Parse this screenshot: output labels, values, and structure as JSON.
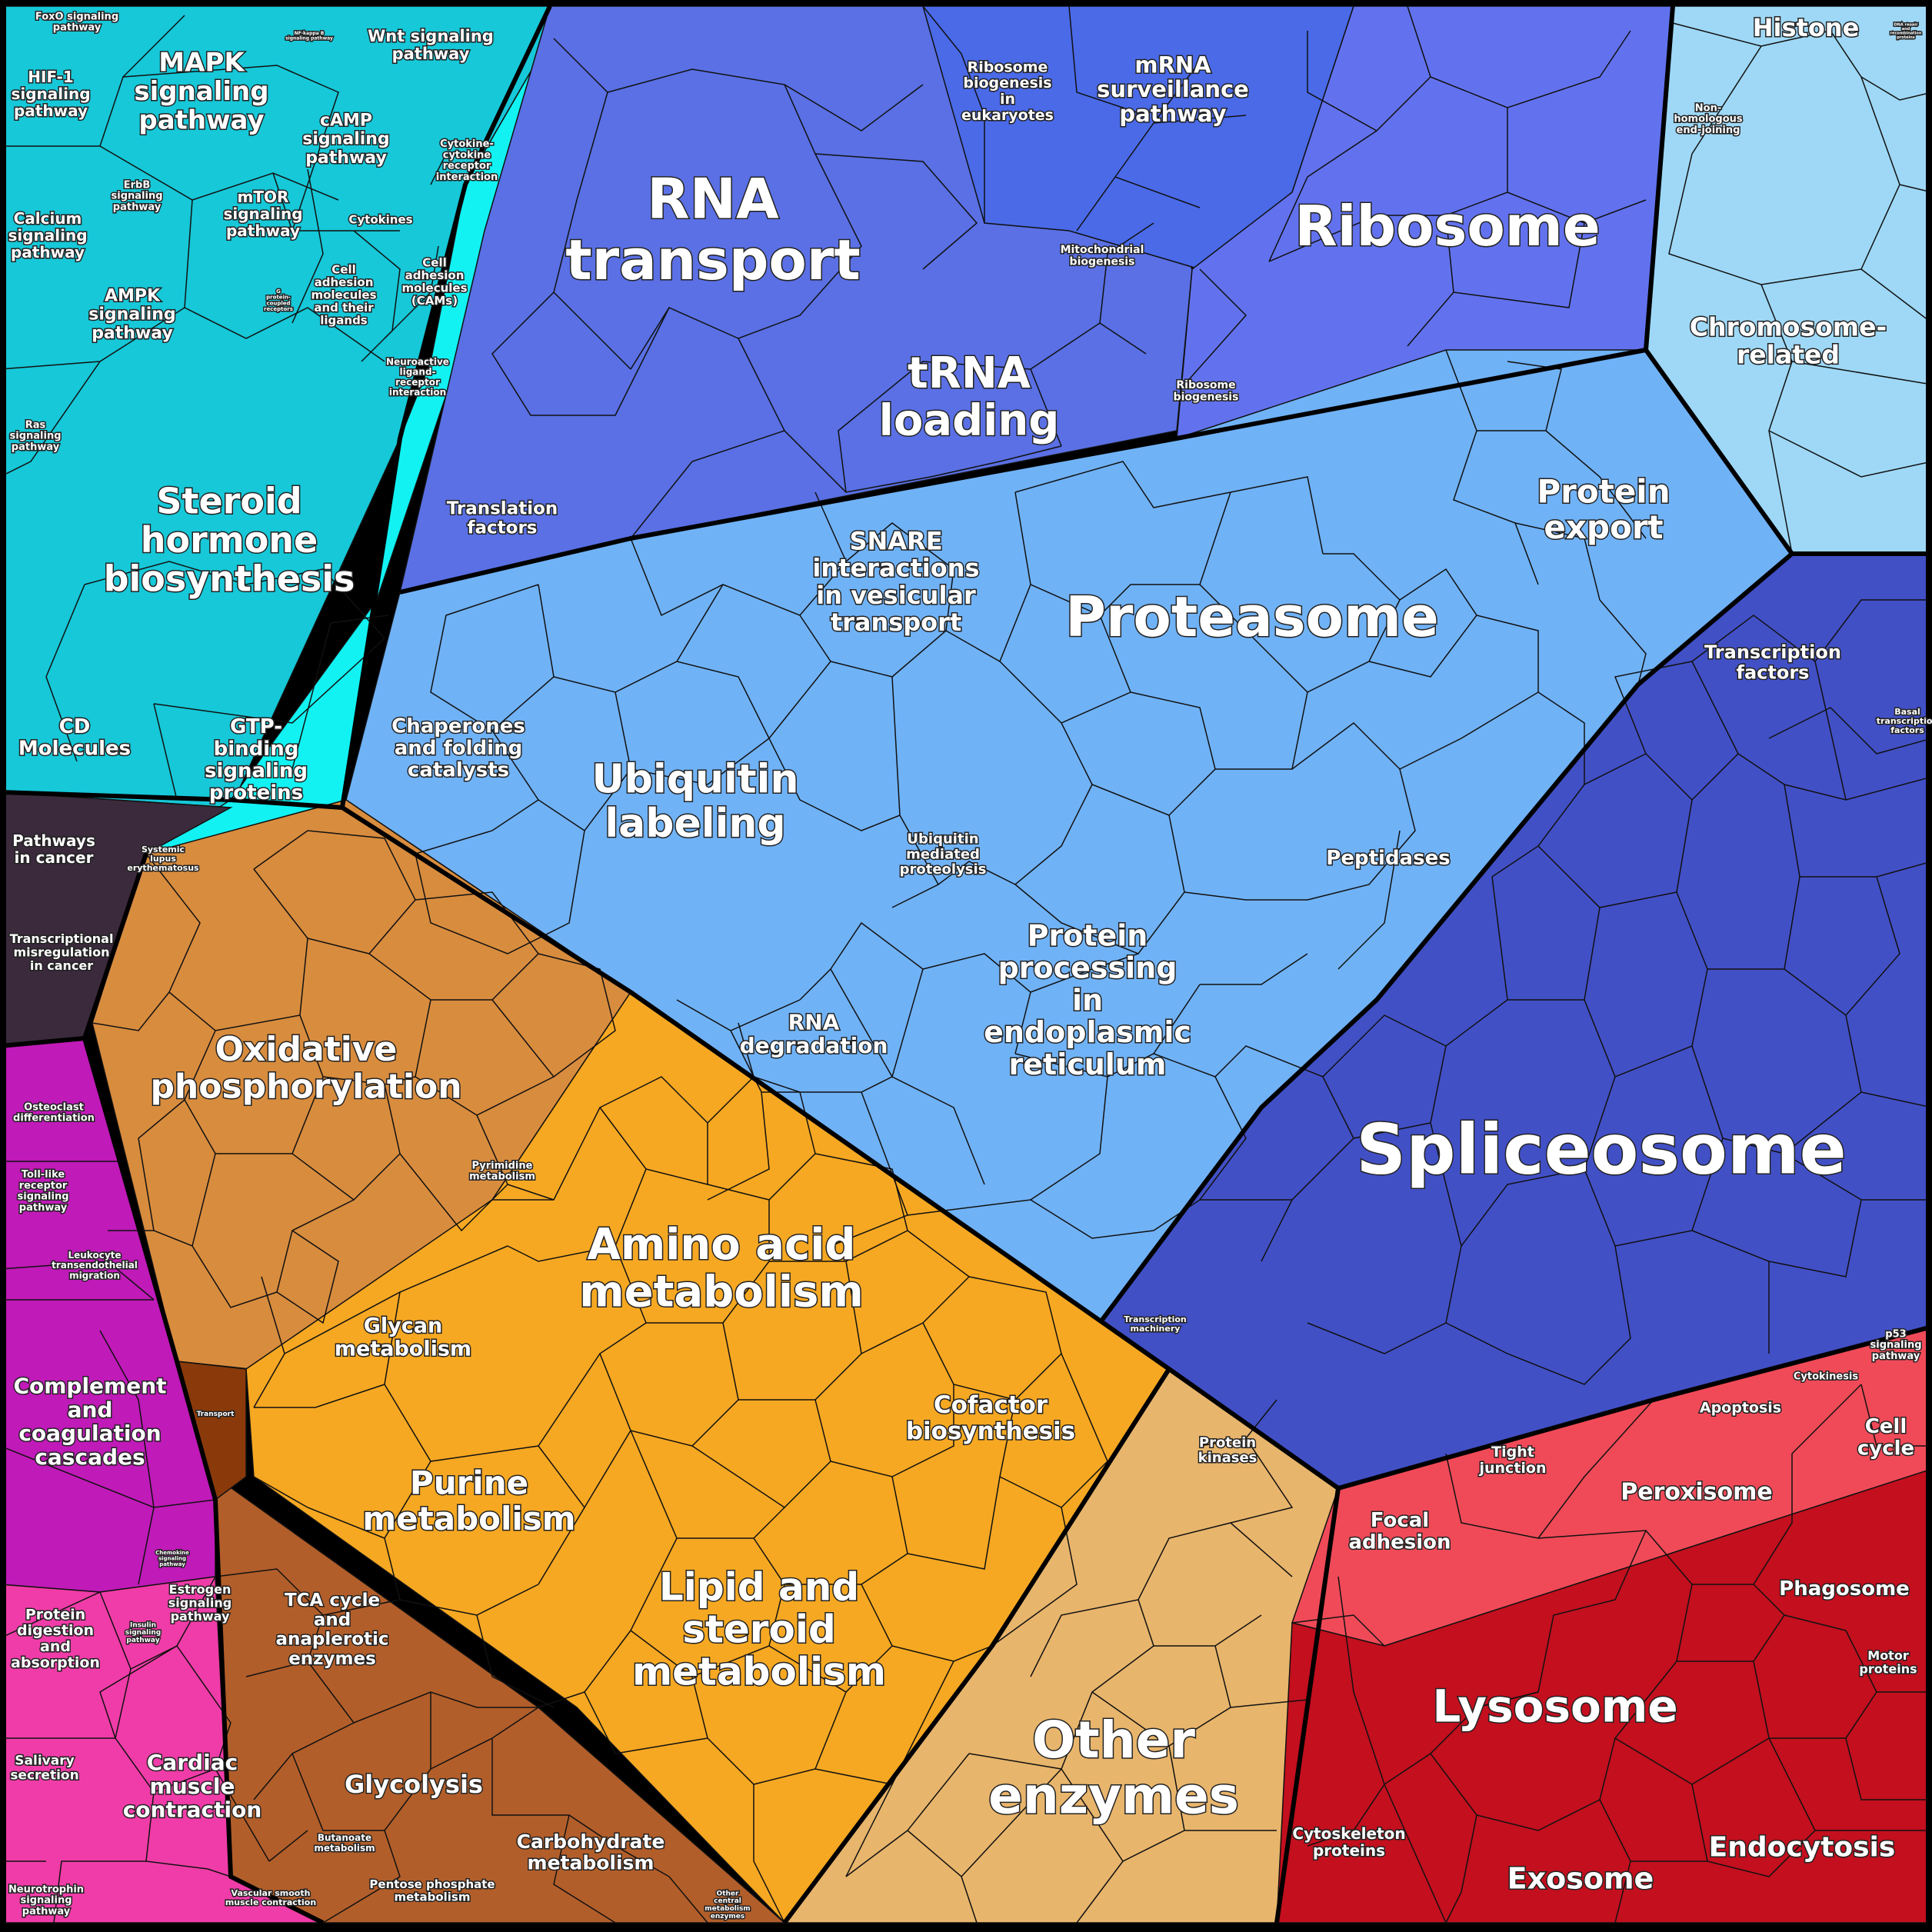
{
  "colors": {
    "signaling": "#17c9d6",
    "signaling_light": "#1fe6e6",
    "rna": "#5a6fe6",
    "ribosome": "#6272f0",
    "chromosome": "#8fd4f5",
    "proteasome": "#6fb0f5",
    "spliceosome": "#4050c4",
    "cancer": "#3a2a3a",
    "oxidative": "#d98d3e",
    "aminoacid": "#f5a823",
    "immune": "#c01ab8",
    "pink": "#f03ca8",
    "brown": "#b8602a",
    "enzymes": "#e8b66c",
    "red": "#c8101e",
    "red_light": "#f04a5a"
  },
  "labels": [
    {
      "id": "foxo",
      "lines": [
        "FoxO signaling",
        "pathway"
      ],
      "size": 13
    },
    {
      "id": "mapk",
      "lines": [
        "MAPK",
        "signaling",
        "pathway"
      ],
      "size": 34
    },
    {
      "id": "nfkb",
      "lines": [
        "NF-kappa B",
        "signaling pathway"
      ],
      "size": 6
    },
    {
      "id": "wnt",
      "lines": [
        "Wnt signaling",
        "pathway"
      ],
      "size": 21
    },
    {
      "id": "hif1",
      "lines": [
        "HIF-1",
        "signaling",
        "pathway"
      ],
      "size": 20
    },
    {
      "id": "camp",
      "lines": [
        "cAMP",
        "signaling",
        "pathway"
      ],
      "size": 22
    },
    {
      "id": "erbb",
      "lines": [
        "ErbB",
        "signaling",
        "pathway"
      ],
      "size": 13
    },
    {
      "id": "mtor",
      "lines": [
        "mTOR",
        "signaling",
        "pathway"
      ],
      "size": 20
    },
    {
      "id": "cytokine_rec",
      "lines": [
        "Cytokine-",
        "cytokine",
        "receptor",
        "interaction"
      ],
      "size": 13
    },
    {
      "id": "calcium",
      "lines": [
        "Calcium",
        "signaling",
        "pathway"
      ],
      "size": 20
    },
    {
      "id": "cytokines",
      "lines": [
        "Cytokines"
      ],
      "size": 15
    },
    {
      "id": "ampk",
      "lines": [
        "AMPK",
        "signaling",
        "pathway"
      ],
      "size": 22
    },
    {
      "id": "cell_adh_lig",
      "lines": [
        "Cell",
        "adhesion",
        "molecules",
        "and their",
        "ligands"
      ],
      "size": 15
    },
    {
      "id": "cams",
      "lines": [
        "Cell",
        "adhesion",
        "molecules",
        "(CAMs)"
      ],
      "size": 15
    },
    {
      "id": "gpcr",
      "lines": [
        "G",
        "protein-",
        "coupled",
        "receptors"
      ],
      "size": 7
    },
    {
      "id": "neuroactive",
      "lines": [
        "Neuroactive",
        "ligand-",
        "receptor",
        "interaction"
      ],
      "size": 12
    },
    {
      "id": "ras",
      "lines": [
        "Ras",
        "signaling",
        "pathway"
      ],
      "size": 13
    },
    {
      "id": "steroid",
      "lines": [
        "Steroid",
        "hormone",
        "biosynthesis"
      ],
      "size": 46
    },
    {
      "id": "cd",
      "lines": [
        "CD",
        "Molecules"
      ],
      "size": 26
    },
    {
      "id": "gtp",
      "lines": [
        "GTP-",
        "binding",
        "signaling",
        "proteins"
      ],
      "size": 26
    },
    {
      "id": "rna_transport",
      "lines": [
        "RNA",
        "transport"
      ],
      "size": 72
    },
    {
      "id": "ribosome_bio_euk",
      "lines": [
        "Ribosome",
        "biogenesis",
        "in",
        "eukaryotes"
      ],
      "size": 19
    },
    {
      "id": "mrna_surv",
      "lines": [
        "mRNA",
        "surveillance",
        "pathway"
      ],
      "size": 29
    },
    {
      "id": "ribosome",
      "lines": [
        "Ribosome"
      ],
      "size": 72
    },
    {
      "id": "histone",
      "lines": [
        "Histone"
      ],
      "size": 32
    },
    {
      "id": "nhej",
      "lines": [
        "Non-",
        "homologous",
        "end-joining"
      ],
      "size": 13
    },
    {
      "id": "dna_repair",
      "lines": [
        "DNA repair",
        "and",
        "recombination",
        "proteins"
      ],
      "size": 5
    },
    {
      "id": "mito_bio",
      "lines": [
        "Mitochondrial",
        "biogenesis"
      ],
      "size": 14
    },
    {
      "id": "trna",
      "lines": [
        "tRNA",
        "loading"
      ],
      "size": 56
    },
    {
      "id": "ribosome_bio",
      "lines": [
        "Ribosome",
        "biogenesis"
      ],
      "size": 14
    },
    {
      "id": "chromosome",
      "lines": [
        "Chromosome-",
        "related"
      ],
      "size": 33
    },
    {
      "id": "translation",
      "lines": [
        "Translation",
        "factors"
      ],
      "size": 23
    },
    {
      "id": "protein_export",
      "lines": [
        "Protein",
        "export"
      ],
      "size": 42
    },
    {
      "id": "snare",
      "lines": [
        "SNARE",
        "interactions",
        "in vesicular",
        "transport"
      ],
      "size": 32
    },
    {
      "id": "proteasome",
      "lines": [
        "Proteasome"
      ],
      "size": 72
    },
    {
      "id": "tf",
      "lines": [
        "Transcription",
        "factors"
      ],
      "size": 24
    },
    {
      "id": "basal_tf",
      "lines": [
        "Basal",
        "transcription",
        "factors"
      ],
      "size": 11
    },
    {
      "id": "chaperones",
      "lines": [
        "Chaperones",
        "and folding",
        "catalysts"
      ],
      "size": 26
    },
    {
      "id": "ubiquitin",
      "lines": [
        "Ubiquitin",
        "labeling"
      ],
      "size": 52
    },
    {
      "id": "ub_prot",
      "lines": [
        "Ubiquitin",
        "mediated",
        "proteolysis"
      ],
      "size": 18
    },
    {
      "id": "peptidases",
      "lines": [
        "Peptidases"
      ],
      "size": 26
    },
    {
      "id": "pathways_cancer",
      "lines": [
        "Pathways",
        "in cancer"
      ],
      "size": 20
    },
    {
      "id": "sle",
      "lines": [
        "Systemic",
        "lupus",
        "erythematosus"
      ],
      "size": 11
    },
    {
      "id": "trans_misreg",
      "lines": [
        "Transcriptional",
        "misregulation",
        "in cancer"
      ],
      "size": 16
    },
    {
      "id": "rna_deg",
      "lines": [
        "RNA",
        "degradation"
      ],
      "size": 28
    },
    {
      "id": "protein_er",
      "lines": [
        "Protein",
        "processing",
        "in",
        "endoplasmic",
        "reticulum"
      ],
      "size": 38
    },
    {
      "id": "oxphos",
      "lines": [
        "Oxidative",
        "phosphorylation"
      ],
      "size": 44
    },
    {
      "id": "spliceosome",
      "lines": [
        "Spliceosome"
      ],
      "size": 90
    },
    {
      "id": "osteoclast",
      "lines": [
        "Osteoclast",
        "differentiation"
      ],
      "size": 13
    },
    {
      "id": "pyrimidine",
      "lines": [
        "Pyrimidine",
        "metabolism"
      ],
      "size": 13
    },
    {
      "id": "tlr",
      "lines": [
        "Toll-like",
        "receptor",
        "signaling",
        "pathway"
      ],
      "size": 13
    },
    {
      "id": "amino",
      "lines": [
        "Amino acid",
        "metabolism"
      ],
      "size": 56
    },
    {
      "id": "leukocyte",
      "lines": [
        "Leukocyte",
        "transendothelial",
        "migration"
      ],
      "size": 12
    },
    {
      "id": "trans_machinery",
      "lines": [
        "Transcription",
        "machinery"
      ],
      "size": 11
    },
    {
      "id": "glycan",
      "lines": [
        "Glycan",
        "metabolism"
      ],
      "size": 27
    },
    {
      "id": "cofactor",
      "lines": [
        "Cofactor",
        "biosynthesis"
      ],
      "size": 31
    },
    {
      "id": "complement",
      "lines": [
        "Complement",
        "and",
        "coagulation",
        "cascades"
      ],
      "size": 28
    },
    {
      "id": "transport",
      "lines": [
        "Transport"
      ],
      "size": 9
    },
    {
      "id": "p53",
      "lines": [
        "p53",
        "signaling",
        "pathway"
      ],
      "size": 13
    },
    {
      "id": "cytokinesis",
      "lines": [
        "Cytokinesis"
      ],
      "size": 13
    },
    {
      "id": "apoptosis",
      "lines": [
        "Apoptosis"
      ],
      "size": 19
    },
    {
      "id": "protein_kinases",
      "lines": [
        "Protein",
        "kinases"
      ],
      "size": 18
    },
    {
      "id": "tight_junction",
      "lines": [
        "Tight",
        "junction"
      ],
      "size": 19
    },
    {
      "id": "cell_cycle",
      "lines": [
        "Cell",
        "cycle"
      ],
      "size": 26
    },
    {
      "id": "purine",
      "lines": [
        "Purine",
        "metabolism"
      ],
      "size": 42
    },
    {
      "id": "peroxisome",
      "lines": [
        "Peroxisome"
      ],
      "size": 30
    },
    {
      "id": "focal",
      "lines": [
        "Focal",
        "adhesion"
      ],
      "size": 26
    },
    {
      "id": "chemokine",
      "lines": [
        "Chemokine",
        "signaling",
        "pathway"
      ],
      "size": 7
    },
    {
      "id": "estrogen",
      "lines": [
        "Estrogen",
        "signaling",
        "pathway"
      ],
      "size": 16
    },
    {
      "id": "phagosome",
      "lines": [
        "Phagosome"
      ],
      "size": 26
    },
    {
      "id": "lipid",
      "lines": [
        "Lipid and",
        "steroid",
        "metabolism"
      ],
      "size": 50
    },
    {
      "id": "insulin",
      "lines": [
        "Insulin",
        "signaling",
        "pathway"
      ],
      "size": 9
    },
    {
      "id": "tca",
      "lines": [
        "TCA cycle",
        "and",
        "anaplerotic",
        "enzymes"
      ],
      "size": 23
    },
    {
      "id": "protein_dig",
      "lines": [
        "Protein",
        "digestion",
        "and",
        "absorption"
      ],
      "size": 19
    },
    {
      "id": "lysosome",
      "lines": [
        "Lysosome"
      ],
      "size": 58
    },
    {
      "id": "motor",
      "lines": [
        "Motor",
        "proteins"
      ],
      "size": 16
    },
    {
      "id": "other_enzymes",
      "lines": [
        "Other",
        "enzymes"
      ],
      "size": 66
    },
    {
      "id": "salivary",
      "lines": [
        "Salivary",
        "secretion"
      ],
      "size": 17
    },
    {
      "id": "cardiac",
      "lines": [
        "Cardiac",
        "muscle",
        "contraction"
      ],
      "size": 28
    },
    {
      "id": "glycolysis",
      "lines": [
        "Glycolysis"
      ],
      "size": 32
    },
    {
      "id": "butanoate",
      "lines": [
        "Butanoate",
        "metabolism"
      ],
      "size": 12
    },
    {
      "id": "endocytosis",
      "lines": [
        "Endocytosis"
      ],
      "size": 36
    },
    {
      "id": "cytoskeleton",
      "lines": [
        "Cytoskeleton",
        "proteins"
      ],
      "size": 20
    },
    {
      "id": "carbohydrate",
      "lines": [
        "Carbohydrate",
        "metabolism"
      ],
      "size": 25
    },
    {
      "id": "exosome",
      "lines": [
        "Exosome"
      ],
      "size": 38
    },
    {
      "id": "pentose",
      "lines": [
        "Pentose phosphate",
        "metabolism"
      ],
      "size": 15
    },
    {
      "id": "neurotrophin",
      "lines": [
        "Neurotrophin",
        "signaling",
        "pathway"
      ],
      "size": 13
    },
    {
      "id": "vascular",
      "lines": [
        "Vascular smooth",
        "muscle contraction"
      ],
      "size": 11
    },
    {
      "id": "other_central",
      "lines": [
        "Other",
        "central",
        "metabolism",
        "enzymes"
      ],
      "size": 9
    }
  ]
}
